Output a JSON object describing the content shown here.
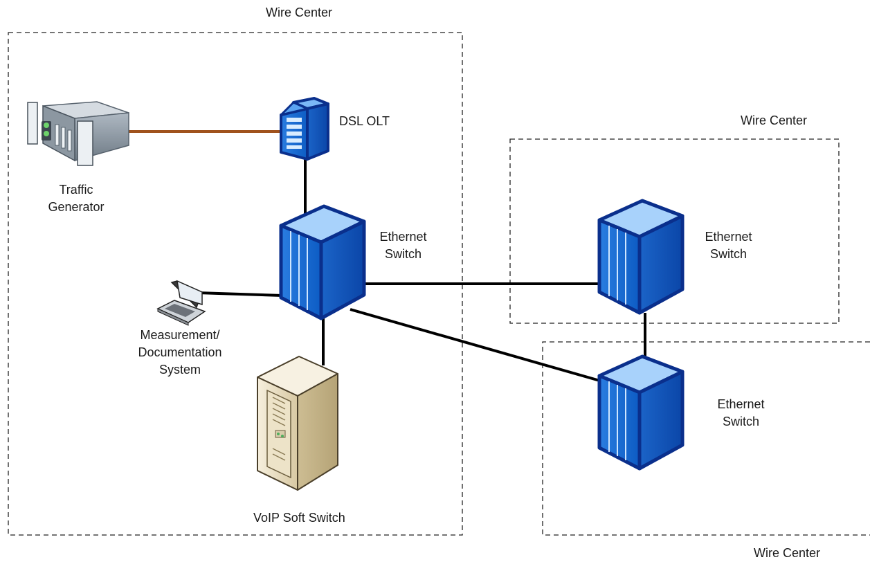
{
  "diagram": {
    "zones": [
      {
        "id": "zone-main",
        "label": "Wire Center"
      },
      {
        "id": "zone-top-right",
        "label": "Wire Center"
      },
      {
        "id": "zone-bottom-right",
        "label": "Wire Center"
      }
    ],
    "nodes": {
      "traffic_generator": {
        "label_line1": "Traffic",
        "label_line2": "Generator",
        "icon": "rack-server-icon"
      },
      "dsl_olt": {
        "label": "DSL OLT",
        "icon": "dsl-olt-icon"
      },
      "switch_main": {
        "label_line1": "Ethernet",
        "label_line2": "Switch",
        "icon": "ethernet-switch-icon"
      },
      "switch_top_right": {
        "label_line1": "Ethernet",
        "label_line2": "Switch",
        "icon": "ethernet-switch-icon"
      },
      "switch_bottom_right": {
        "label_line1": "Ethernet",
        "label_line2": "Switch",
        "icon": "ethernet-switch-icon"
      },
      "measurement": {
        "label_line1": "Measurement/",
        "label_line2": "Documentation",
        "label_line3": "System",
        "icon": "laptop-icon"
      },
      "voip": {
        "label": "VoIP Soft Switch",
        "icon": "tower-server-icon"
      }
    },
    "links": [
      {
        "from": "traffic_generator",
        "to": "dsl_olt",
        "color": "#a0521d"
      },
      {
        "from": "dsl_olt",
        "to": "switch_main",
        "color": "#000000"
      },
      {
        "from": "switch_main",
        "to": "measurement",
        "color": "#000000"
      },
      {
        "from": "switch_main",
        "to": "voip",
        "color": "#000000"
      },
      {
        "from": "switch_main",
        "to": "switch_top_right",
        "color": "#000000"
      },
      {
        "from": "switch_main",
        "to": "switch_bottom_right",
        "color": "#000000"
      },
      {
        "from": "switch_top_right",
        "to": "switch_bottom_right",
        "color": "#000000"
      }
    ],
    "colors": {
      "switch_blue": "#1e73d6",
      "switch_border": "#0a2f8c",
      "copper_link": "#a0521d",
      "server_beige": "#e9dfc5"
    }
  }
}
